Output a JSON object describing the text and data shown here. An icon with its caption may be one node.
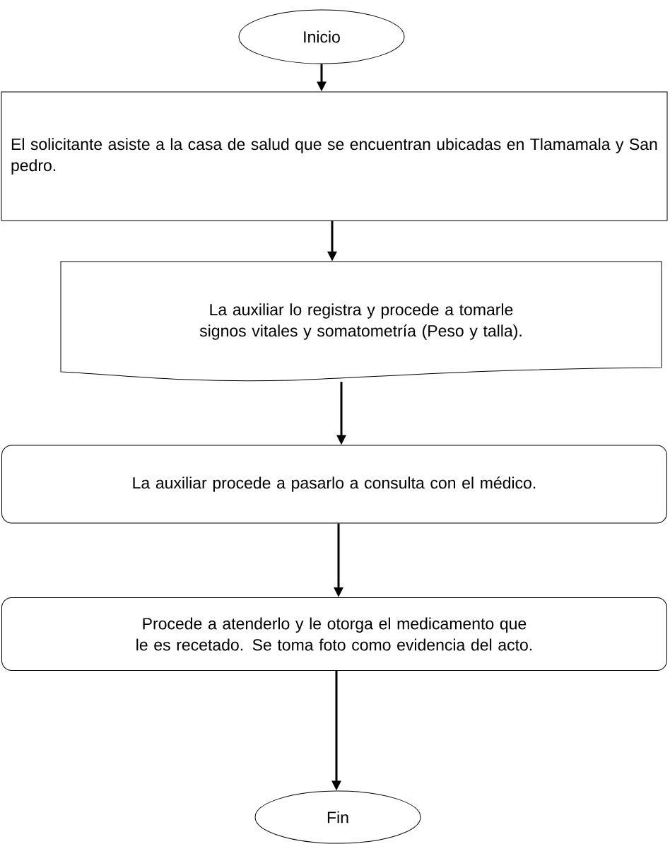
{
  "diagram": {
    "nodes": [
      {
        "text": [
          "Inicio"
        ]
      },
      {
        "text": [
          "El solicitante asiste a la casa de salud que se encuentran ubicadas en Tlamamala y San pedro."
        ]
      },
      {
        "text": [
          "La auxiliar lo registra y procede a tomarle signos vitales y somatometría (Peso y talla)."
        ]
      },
      {
        "text": [
          "La auxiliar procede a pasarlo a consulta con el médico."
        ]
      },
      {
        "text": [
          "Procede a atenderlo y le otorga el medicamento que le es recetado. Se toma foto como evidencia del acto."
        ]
      },
      {
        "text": [
          "Fin"
        ]
      }
    ],
    "edges": [
      {
        "from": 0,
        "to": 1,
        "arrow": "to"
      },
      {
        "from": 1,
        "to": 2,
        "arrow": "to"
      },
      {
        "from": 2,
        "to": 3,
        "arrow": "to"
      },
      {
        "from": 3,
        "to": 4,
        "arrow": "to"
      },
      {
        "from": 4,
        "to": 5,
        "arrow": "to"
      }
    ]
  }
}
